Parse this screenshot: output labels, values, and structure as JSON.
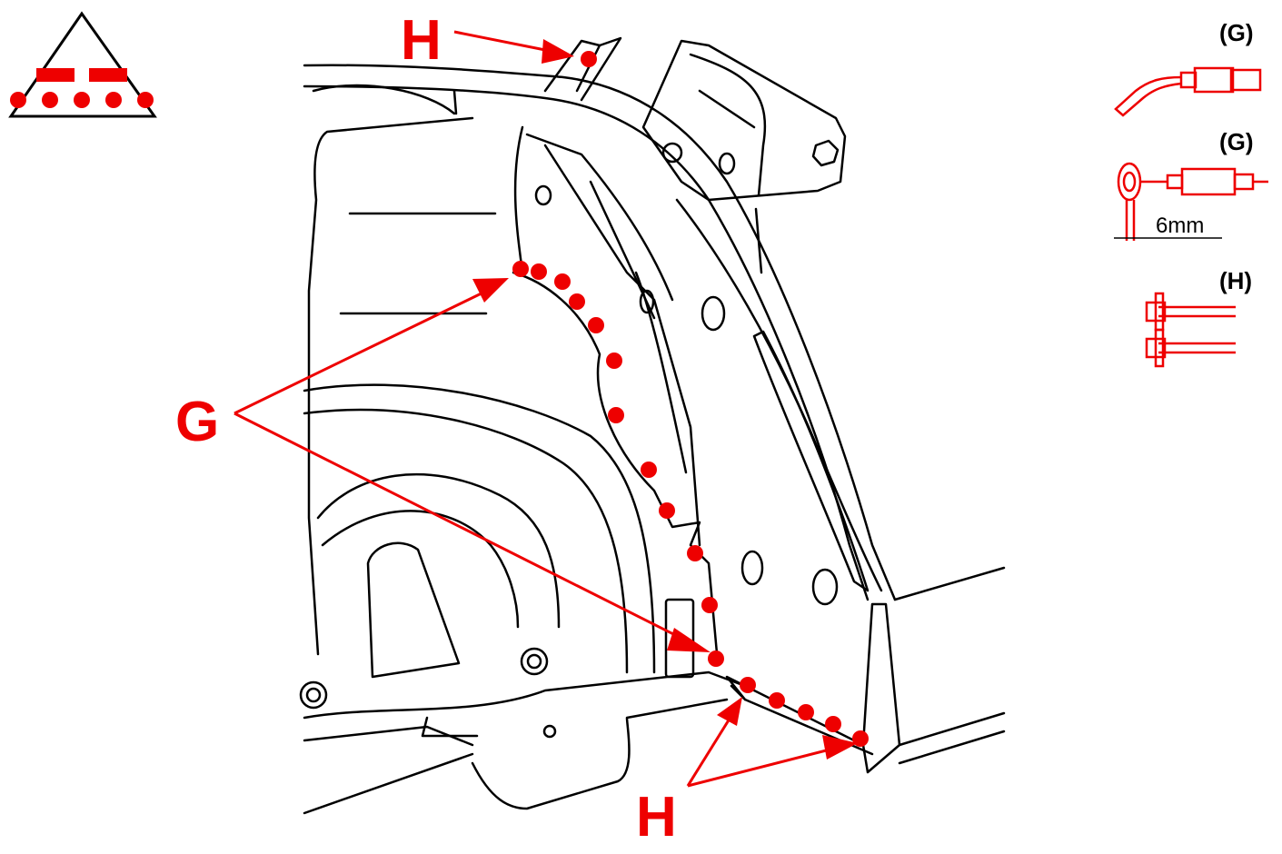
{
  "callouts": {
    "h_top": "H",
    "g_left": "G",
    "h_bottom": "H"
  },
  "legend": {
    "item1_label": "(G)",
    "item2_label": "(G)",
    "item2_dimension": "6mm",
    "item3_label": "(H)"
  },
  "colors": {
    "line": "#000000",
    "accent": "#ee0000",
    "background": "#ffffff"
  },
  "icons": [
    "weld-symbol-icon",
    "spot-welder-icon",
    "plug-welder-icon",
    "bolted-flange-icon"
  ]
}
